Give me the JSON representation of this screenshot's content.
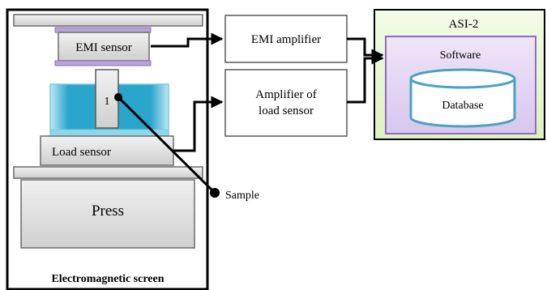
{
  "diagram": {
    "emi_sensor": "EMI sensor",
    "sample_number": "1",
    "load_sensor": "Load sensor",
    "press": "Press",
    "screen": "Electromagnetic screen",
    "sample": "Sample",
    "emi_amplifier": "EMI amplifier",
    "amplifier_load_line1": "Amplifier of",
    "amplifier_load_line2": "load sensor",
    "asi_title": "ASI-2",
    "software": "Software",
    "database": "Database"
  },
  "colors": {
    "gray_fill": "#d9d9d9",
    "gray_border": "#595959",
    "lavender": "#b4a7d6",
    "teal": "#3aaed0",
    "teal_light": "#8fd6e8",
    "green_panel": "#e2f5c7",
    "green_border": "#4e7a1f",
    "purple_fill": "#e4d6f2",
    "purple_border": "#8e6cbf",
    "database_border": "#4aa3c3"
  }
}
